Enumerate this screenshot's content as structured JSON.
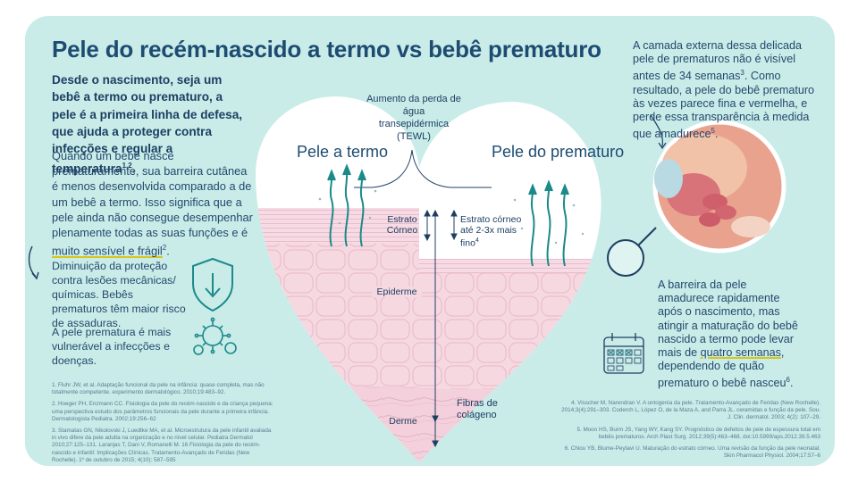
{
  "title": "Pele do recém-nascido a termo vs bebê prematuro",
  "lead": {
    "text": "Desde o nascimento, seja um bebê a termo ou prematuro, a pele é a primeira linha de defesa, que ajuda a proteger contra infecções e regular a temperatura",
    "sup": "1,2",
    "end": "."
  },
  "para": {
    "part1": "Quando um bebê nasce prematuramente, sua barreira cutânea é menos desenvolvida comparado a de um bebê a termo. Isso significa que a pele ainda não consegue desempenhar plenamente todas as suas funções e é ",
    "highlight": "muito sensível e frágil",
    "sup": "2",
    "end": "."
  },
  "protection_text": "Diminuição da proteção contra lesões mecânicas/ químicas. Bebês prematuros têm maior risco de assaduras.",
  "infection_text": "A pele prematura é mais vulnerável a infecções e doenças.",
  "refs_left": [
    "1. Fluhr JW, et al. Adaptação funcional da pele na infância: quase completa, mas não totalmente competente. experimento dermatológico. 2010;19:483–92.",
    "2. Hoeger PH, Enzmann CC. Fisiologia da pele do recém-nascido e da criança pequena: uma perspectiva estudo dos parâmetros funcionais da pele durante a primeira infância. Dermatologista Pediatra. 2002;19:256–62",
    "3. Stamatas GN, Nikolovski J, Luedtke MA, et al. Microestrutura da pele infantil avaliada in vivo difere da pele adulta na organização e no nível celular. Pediatra Dermatol 2010;27:125–131. Laranjas T, Dani V, Romanelli M. 16 Fisiologia da pele do recém-nascido e infantil: Implicações Clínicas. Tratamento-Avançado de Feridas (New Rochelle). 1º de outubro de 2015; 4(10): 587–595"
  ],
  "refs_right": [
    "4. Visscher M, Narendran V. A ontogenia da pele. Tratamento-Avançado de Feridas (New Rochelle). 2014;3(4):291–303. Coderch L, López O, de la Maza A, and Parra JL. ceramidas e função da pele. Sou. J. Clin. dermatol. 2003; 4(2): 107–29.",
    "5. Moon HS, Burm JS, Yang WY, Kang SY. Prognóstico de defeitos de pele de espessura total em bebês prematuros. Arch Plast Surg. 2012;39(5):463–468. doi:10.5999/aps.2012.39.5.463",
    "6. Chiou YB, Blume-Peytavi U. Maturação do estrato córneo. Uma revisão da função da pele neonatal. Skin Pharmacol Physiol. 2004;17:57–6"
  ],
  "tewl": {
    "line1": "Aumento da perda de água",
    "line2": "transepidérmica",
    "line3": "(TEWL)"
  },
  "heart_left_title": "Pele a termo",
  "heart_right_title": "Pele do prematuro",
  "labels": {
    "estrato": "Estrato",
    "corneo": "Córneo",
    "epiderme": "Epiderme",
    "derme": "Derme",
    "estrato_corneo_2": "Estrato córneo",
    "ate": "até 2-3x mais",
    "fino": "fino",
    "fino_sup": "4",
    "fibras": "Fibras de",
    "colageno": "colágeno"
  },
  "right_top": {
    "text": "A camada externa dessa delicada pele de prematuros não é visível antes de 34 semanas",
    "sup1": "3",
    "text2": ". Como resultado, a pele do bebê prematuro às vezes parece fina e vermelha, e perde essa transparência à medida que amadurece",
    "sup2": "5",
    "end": "."
  },
  "right_bottom": {
    "text": "A barreira da pele amadurece rapidamente após o nascimento, mas atingir a maturação do bebê nascido a termo pode levar mais de ",
    "highlight": "quatro semanas",
    "text2": ", dependendo de quão prematuro o bebê nasceu",
    "sup": "6",
    "end": "."
  },
  "icons": [
    "shield-down-arrow-icon",
    "virus-icon",
    "calendar-icon",
    "magnifier-icon",
    "water-loss-arrow-icon"
  ],
  "colors": {
    "background": "#c9ece8",
    "navy": "#1d4b72",
    "teal": "#1b8a8a",
    "skin": "#f4d2dc",
    "highlight": "#d7c51b"
  }
}
